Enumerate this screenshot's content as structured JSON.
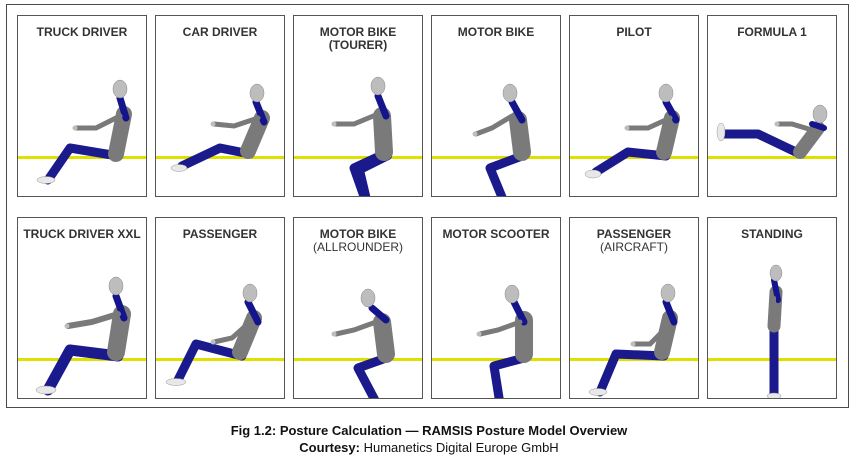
{
  "panels": [
    {
      "title": "TRUCK DRIVER",
      "subtitle": ""
    },
    {
      "title": "CAR DRIVER",
      "subtitle": ""
    },
    {
      "title": "MOTOR BIKE",
      "subtitle": "(TOURER)"
    },
    {
      "title": "MOTOR BIKE",
      "subtitle": ""
    },
    {
      "title": "PILOT",
      "subtitle": ""
    },
    {
      "title": "FORMULA 1",
      "subtitle": ""
    },
    {
      "title": "TRUCK DRIVER XXL",
      "subtitle": ""
    },
    {
      "title": "PASSENGER",
      "subtitle": ""
    },
    {
      "title": "MOTOR BIKE",
      "subtitle": "(ALLROUNDER)"
    },
    {
      "title": "MOTOR SCOOTER",
      "subtitle": ""
    },
    {
      "title": "PASSENGER",
      "subtitle": "(AIRCRAFT)"
    },
    {
      "title": "STANDING",
      "subtitle": ""
    }
  ],
  "caption": {
    "title": "Fig 1.2: Posture Calculation — RAMSIS Posture Model Overview",
    "credit_label": "Courtesy:",
    "credit_text": "Humanetics Digital Europe GmbH"
  },
  "colors": {
    "seat_line": "#e0e000",
    "legs": "#1a1a8c",
    "vest": "#14148c",
    "torso": "#7a7a7a",
    "skin": "#bdbdbd",
    "shoe": "#e8e8e8"
  }
}
